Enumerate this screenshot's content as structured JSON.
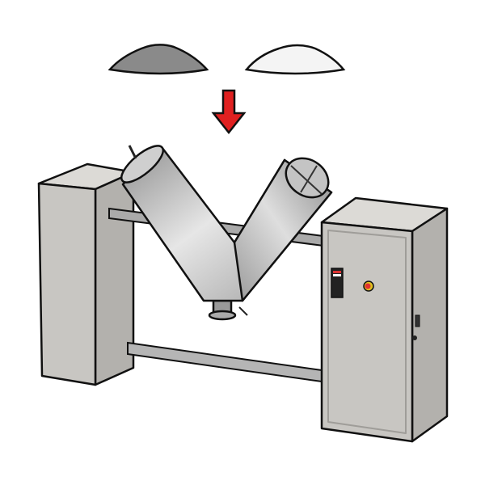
{
  "colors": {
    "background": "#ffffff",
    "cabinet": "#c8c6c2",
    "cabinet_side": "#b3b1ad",
    "steel": "#bcbcbc",
    "arrow": "#e02020",
    "dark_powder": "#8a8a8a",
    "white_powder": "#f4f4f4",
    "button": "#e03030"
  },
  "icons": [
    "dark-powder-pile",
    "white-powder-pile",
    "down-arrow",
    "v-blender-vessel",
    "control-cabinet"
  ]
}
